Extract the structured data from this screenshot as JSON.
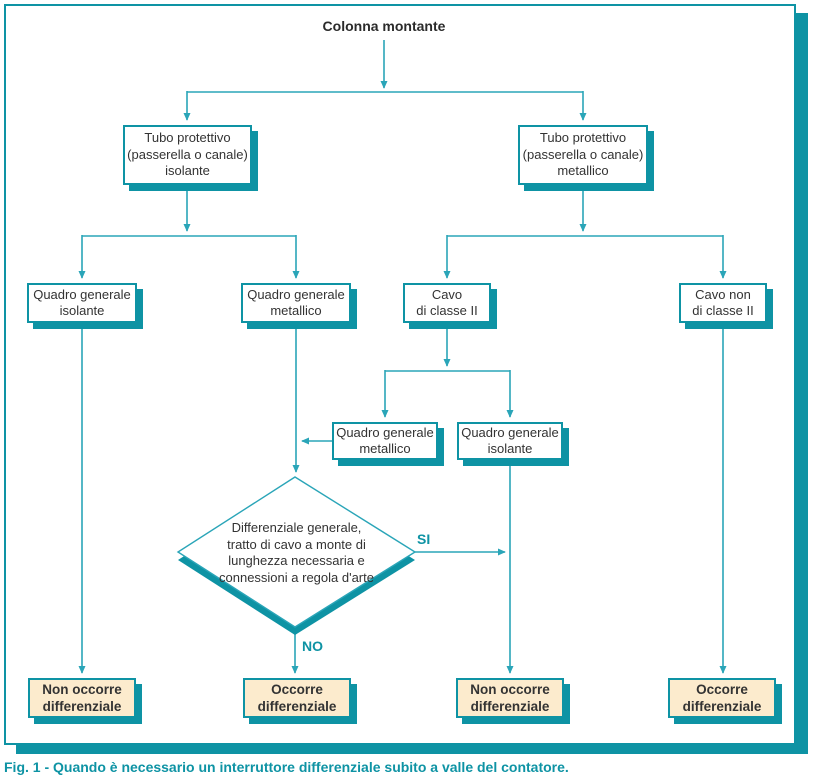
{
  "colors": {
    "teal": "#0e93a4",
    "line": "#2aa5b8",
    "cream": "#fcebcd",
    "ink": "#333333"
  },
  "title": "Colonna montante",
  "nodes": {
    "tubo_isolante": "Tubo protettivo\n(passerella o canale)\nisolante",
    "tubo_metallico": "Tubo protettivo\n(passerella o canale)\nmetallico",
    "quadro_isolante_1": "Quadro generale\nisolante",
    "quadro_metallico_1": "Quadro generale\nmetallico",
    "cavo_classe2": "Cavo\ndi classe II",
    "cavo_non_classe2": "Cavo non\ndi classe II",
    "quadro_metallico_2": "Quadro generale\nmetallico",
    "quadro_isolante_2": "Quadro generale\nisolante",
    "decision": "Differenziale generale,\ntratto di cavo a monte di\nlunghezza necessaria e\nconnessioni a regola d'arte",
    "res_non_occorre_1": "Non occorre\ndifferenziale",
    "res_occorre_1": "Occorre\ndifferenziale",
    "res_non_occorre_2": "Non occorre\ndifferenziale",
    "res_occorre_2": "Occorre\ndifferenziale"
  },
  "branch_labels": {
    "yes": "SI",
    "no": "NO"
  },
  "caption": "Fig. 1 - Quando è necessario un interruttore differenziale subito a valle del contatore."
}
